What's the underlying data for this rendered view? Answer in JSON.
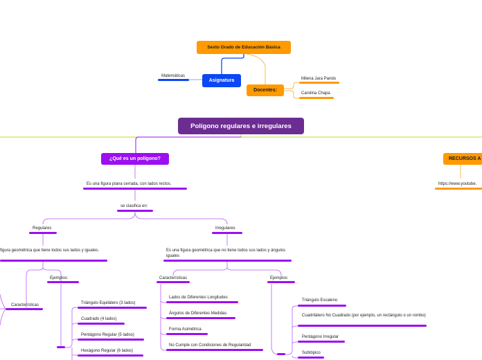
{
  "colors": {
    "orange": "#ff9a00",
    "blue": "#0b47f5",
    "dark_purple": "#6b2d91",
    "purple": "#9b0ff0",
    "lime": "#b3e020",
    "line_purple": "#c47ff5"
  },
  "header": {
    "grade": "Sexto Grado de Educación Básica",
    "asignatura": "Asignatura",
    "materia": "Matemáticas",
    "docentes": "Docentes:",
    "docente_1": "Milena Jara Pando",
    "docente_2": "Carolina Chapa"
  },
  "central": {
    "title": "Polígono regulares e irregulares"
  },
  "main": {
    "que_es": "¿Qué es un polígono?",
    "definicion": "Es una figura plana cerrada, con lados rectos.",
    "clasifica": "se clasifica en:",
    "recursos": "RECURSOS A",
    "recursos_url": "https://www.youtube."
  },
  "regulares": {
    "title": "Regulares",
    "definicion": "figura geométrica que tiene todos sus lados y iguales.",
    "ejemplos": "Ejemplos:",
    "caracteristicas": "Características",
    "items": [
      "Triángulo Equilátero (3 lados)",
      "Cuadrado (4 lados)",
      "Pentágono Regular (5 lados)",
      "Hexágono Regular (6 lados)"
    ]
  },
  "irregulares": {
    "title": "Irregulares",
    "definicion": "Es una figura geométrica que no tiene todos sus lados y ángulos iguales",
    "caracteristicas": "Características",
    "ejemplos": "Ejemplos:",
    "caracteristicas_items": [
      "Lados de Diferentes Longitudes",
      "Ángulos de Diferentes Medidas",
      "Forma Asimétrica",
      "No Cumple con Condiciones de Regularidad"
    ],
    "ejemplos_items": [
      "Triángulo Escaleno",
      "Cuadrilátero No Cuadrado (por ejemplo, un rectángulo o un rombo)",
      "Pentágono Irregular",
      "Subtópico"
    ]
  }
}
